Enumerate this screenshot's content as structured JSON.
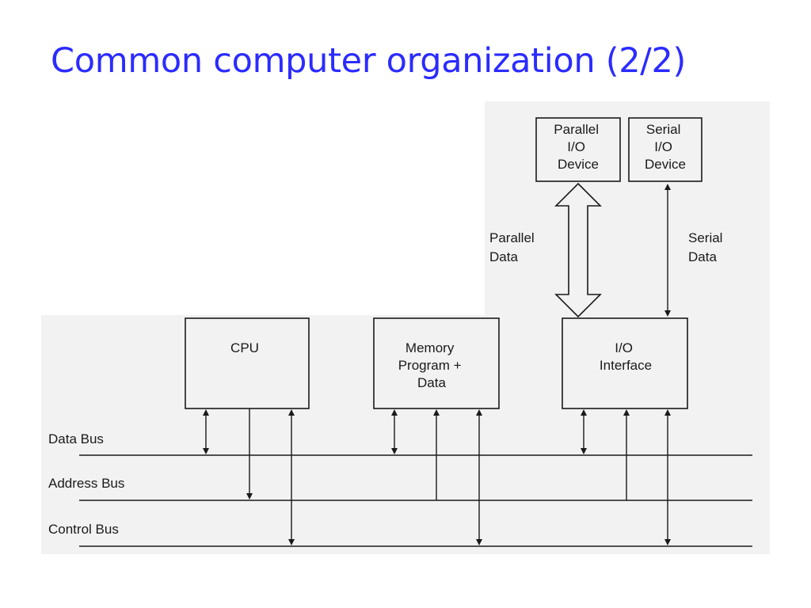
{
  "title": "Common computer organization (2/2)",
  "blocks": {
    "cpu": [
      "CPU"
    ],
    "memory": [
      "Memory",
      "Program +",
      "Data"
    ],
    "io_interface": [
      "I/O",
      "Interface"
    ],
    "parallel_device": [
      "Parallel",
      "I/O",
      "Device"
    ],
    "serial_device": [
      "Serial",
      "I/O",
      "Device"
    ]
  },
  "links": {
    "parallel_data": [
      "Parallel",
      "Data"
    ],
    "serial_data": [
      "Serial",
      "Data"
    ]
  },
  "buses": {
    "data": "Data Bus",
    "address": "Address Bus",
    "control": "Control Bus"
  },
  "colors": {
    "title": "#2b2bff",
    "scan_background": "#f2f2f2",
    "line": "#1a1a1a"
  }
}
